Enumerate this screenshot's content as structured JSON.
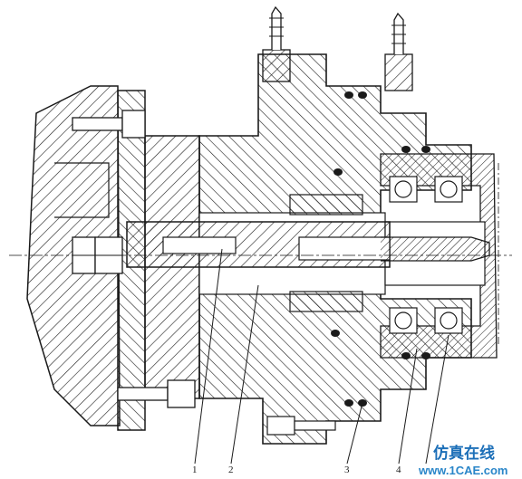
{
  "callouts": {
    "c1": "1",
    "c2": "2",
    "c3": "3",
    "c4": "4"
  },
  "watermark": {
    "chinese": "仿真在线",
    "url": "www.1CAE.com"
  },
  "colors": {
    "ink": "#1a1a1a",
    "paper": "#ffffff",
    "watermark": "#1c6fb8"
  }
}
